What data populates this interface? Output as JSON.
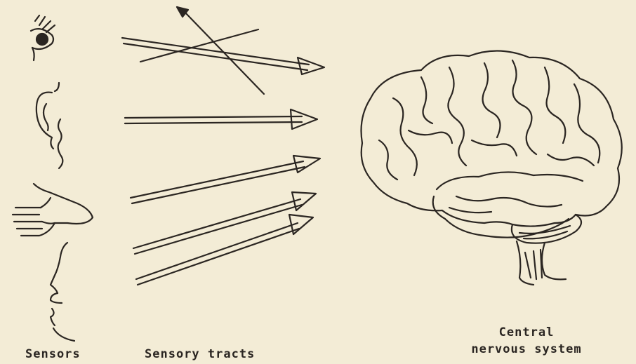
{
  "labels": {
    "sensors": "Sensors",
    "sensory_tracts": "Sensory tracts",
    "cns_line1": "Central",
    "cns_line2": "nervous system"
  },
  "sensors": [
    "eye-icon",
    "ear-icon",
    "hand-icon",
    "mouth-icon"
  ],
  "colors": {
    "paper": "#f3ecd6",
    "ink": "#2b2622"
  }
}
